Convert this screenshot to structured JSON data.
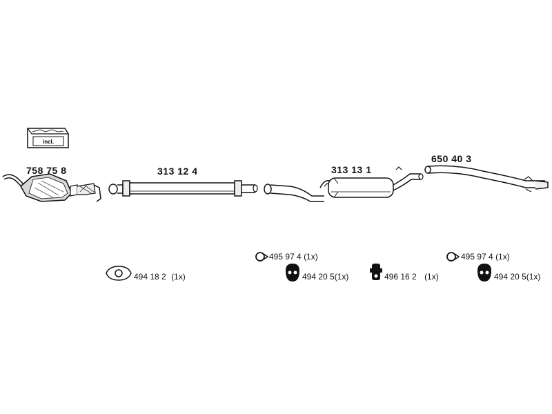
{
  "kit": {
    "incl_label": "incl."
  },
  "parts": {
    "catalytic_converter": {
      "number": "758 75 8"
    },
    "front_silencer": {
      "number": "313 12 4"
    },
    "rear_silencer": {
      "number": "313 13 1"
    },
    "tail_pipe": {
      "number": "650 40 3"
    }
  },
  "accessories": {
    "gasket": {
      "number": "494 18 2",
      "qty": "(1x)"
    },
    "clamp_left": {
      "number": "495 97 4",
      "qty": "(1x)"
    },
    "rubber_mount_left": {
      "number": "494 20 5",
      "qty": "(1x)"
    },
    "hanger": {
      "number": "496 16 2",
      "qty": "(1x)"
    },
    "clamp_right": {
      "number": "495 97 4",
      "qty": "(1x)"
    },
    "rubber_mount_right": {
      "number": "494 20 5",
      "qty": "(1x)"
    }
  }
}
